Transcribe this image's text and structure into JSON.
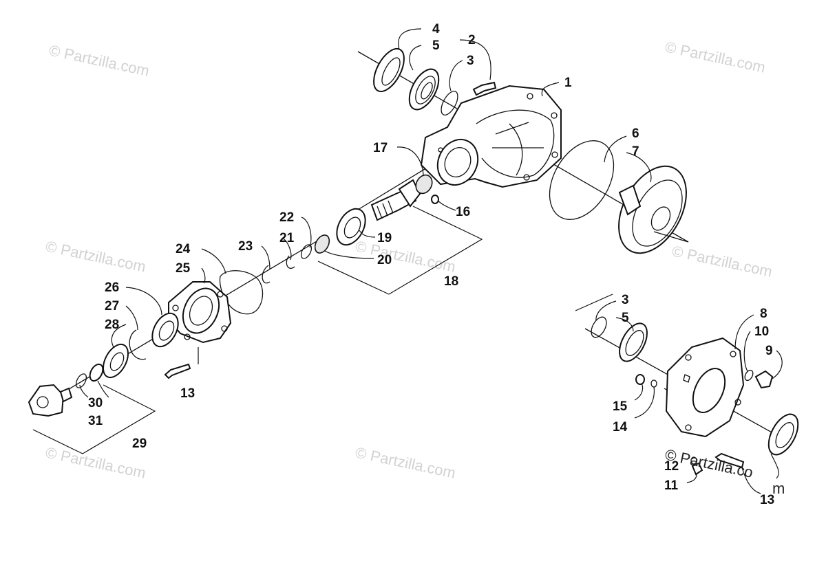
{
  "watermark": "© Partzilla.com",
  "credit": {
    "line1": "© Partzilla.co",
    "line2": "m"
  },
  "callouts": [
    "1",
    "2",
    "3",
    "4",
    "5",
    "6",
    "7",
    "8",
    "9",
    "10",
    "11",
    "12",
    "13",
    "14",
    "15",
    "16",
    "17",
    "18",
    "19",
    "20",
    "21",
    "22",
    "23",
    "24",
    "25",
    "26",
    "27",
    "28",
    "29",
    "30",
    "31",
    "3",
    "5",
    "13"
  ]
}
